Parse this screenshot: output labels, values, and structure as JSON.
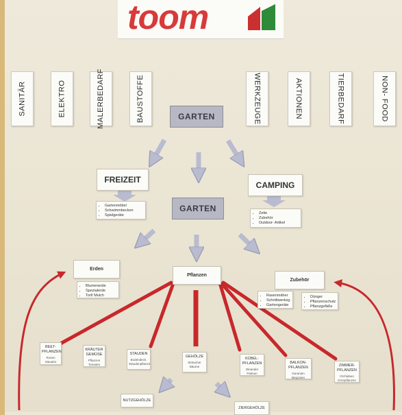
{
  "logo": {
    "text": "toom"
  },
  "categories_left": [
    "SANITÄR",
    "ELEKTRO",
    "MALERBEDARF",
    "BAUSTOFFE"
  ],
  "categories_right": [
    "WERKZEUGE",
    "AKTIONEN",
    "TIERBEDARF",
    "NON- FOOD"
  ],
  "top": {
    "title": "GARTEN"
  },
  "freizeit": {
    "title": "FREIZEIT",
    "items": [
      "Gartenmöbel",
      "Schwimmbecken",
      "Spielgeräte"
    ]
  },
  "camping": {
    "title": "CAMPING",
    "items": [
      "Zelte",
      "Zubehör",
      "Outdoor- Artikel"
    ]
  },
  "middle": {
    "title": "GARTEN"
  },
  "erden": {
    "title": "Erden",
    "items": [
      "Blumenerde",
      "Spezialerde",
      "Torf/ Mulch"
    ]
  },
  "pflanzen": {
    "title": "Pflanzen"
  },
  "zubehoer": {
    "title": "Zubehör",
    "items_left": [
      "Rasenmäher",
      "Schnittwerkzg.",
      "Gartengeräte"
    ],
    "items_right": [
      "Dünger",
      "Pflanzenschutz",
      "Pflanzgefäße"
    ]
  },
  "plants": [
    {
      "title": "BEET-\nPFLANZEN",
      "sub": "Rosen\nStauden"
    },
    {
      "title": "KRÄUTER\nGEMÜSE",
      "sub": "Pflanzen\nTomaten"
    },
    {
      "title": "STAUDEN",
      "sub": "Bodendeck.\nStaudenpflanze"
    },
    {
      "title": "GEHÖLZE",
      "sub": "Sträucher\nBäume"
    },
    {
      "title": "KÜBEL-\nPFLANZEN",
      "sub": "Oleander\nPalmen"
    },
    {
      "title": "BALKON-\nPFLANZEN",
      "sub": "Geranien\nBegonien"
    },
    {
      "title": "ZIMMER-\nPFLANZEN",
      "sub": "Orchideen\nGrünpflanzen"
    }
  ],
  "nutzgehoelze": {
    "title": "NUTZGEHÖLZE"
  },
  "ziergehoelze": {
    "title": "ZIERGEHÖLZE"
  },
  "colors": {
    "brand_red": "#d83a3a",
    "arrow_red": "#c8282b",
    "header_grey": "#b7b8c3",
    "arrow_grey": "#b9bcd0"
  }
}
